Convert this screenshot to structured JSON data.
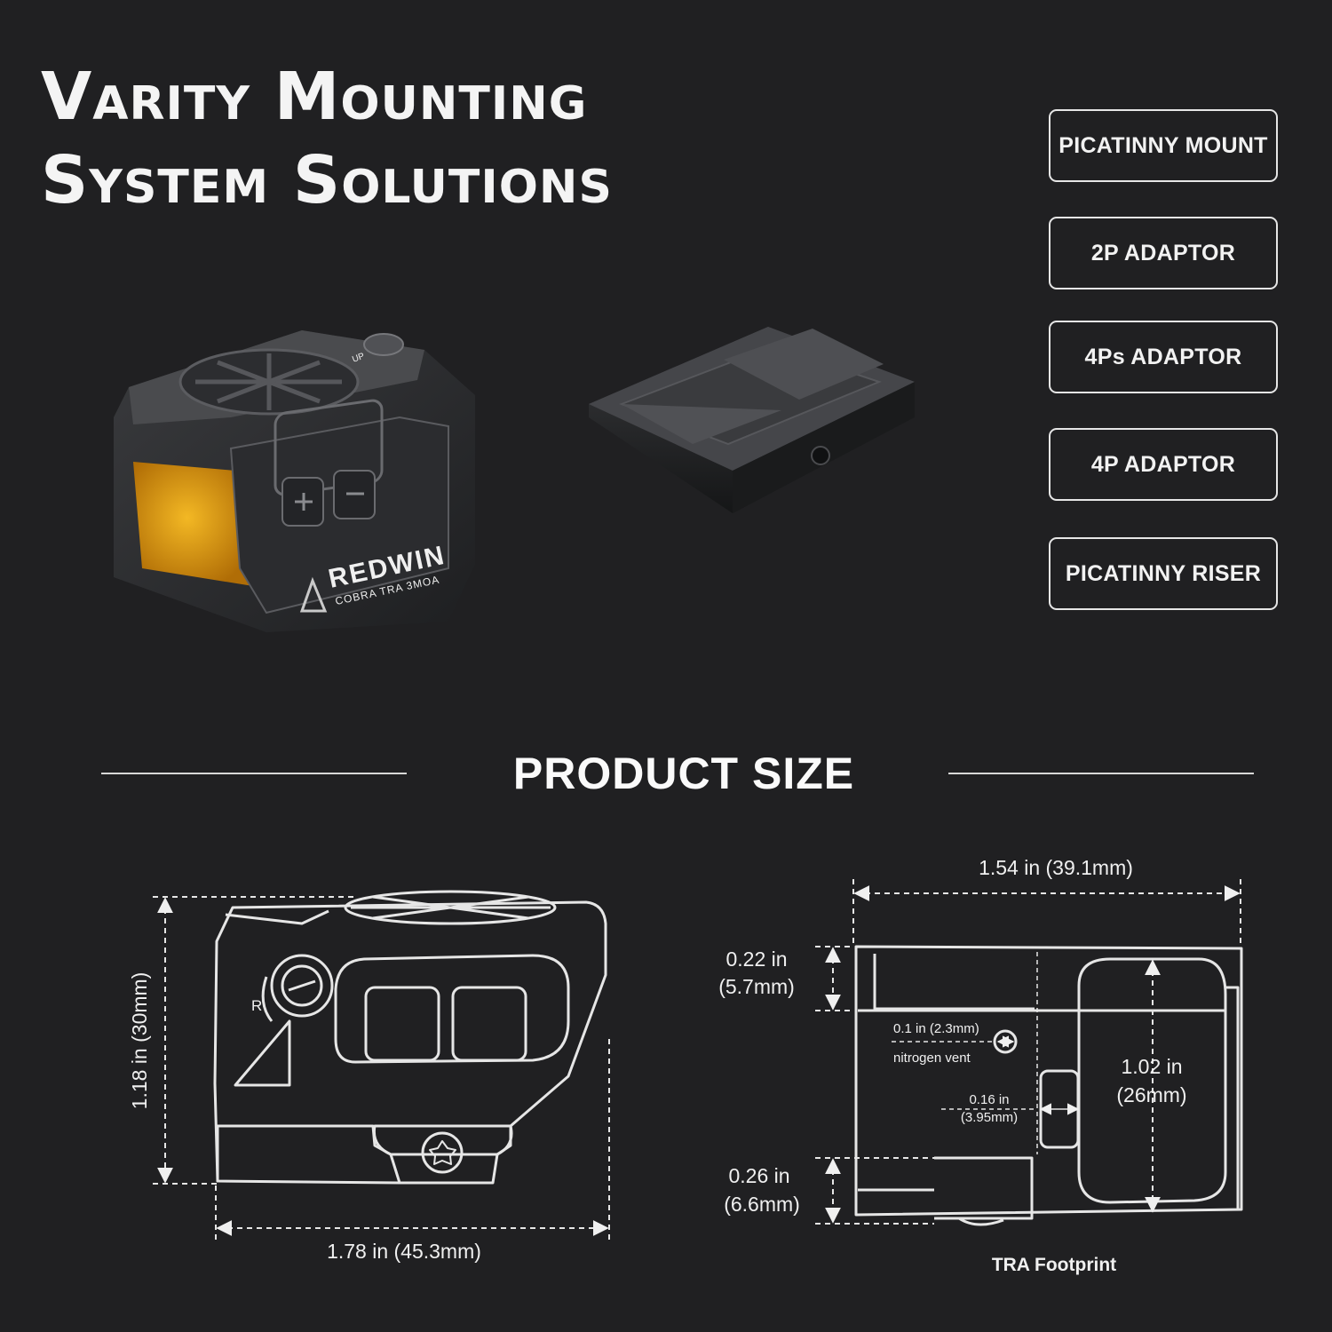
{
  "headline": {
    "line1": "Varity Mounting",
    "line2": "System Solutions"
  },
  "mount_options": [
    "PICATINNY MOUNT",
    "2P ADAPTOR",
    "4Ps ADAPTOR",
    "4P ADAPTOR",
    "PICATINNY RISER"
  ],
  "product": {
    "brand": "REDWIN",
    "model": "COBRA  TRA  3MOA",
    "turret_label": "UP"
  },
  "section_title": "PRODUCT SIZE",
  "side_view": {
    "height": "1.18 in (30mm)",
    "length": "1.78 in (45.3mm)",
    "turret_mark": "R"
  },
  "footprint_view": {
    "width": "1.54 in (39.1mm)",
    "top_depth_in": "0.22 in",
    "top_depth_mm": "(5.7mm)",
    "vent_size": "0.1 in (2.3mm)",
    "vent_label": "nitrogen vent",
    "slot_in": "0.16 in",
    "slot_mm": "(3.95mm)",
    "inner_in": "1.02 in",
    "inner_mm": "(26mm)",
    "bottom_depth_in": "0.26 in",
    "bottom_depth_mm": "(6.6mm)",
    "caption": "TRA Footprint"
  },
  "colors": {
    "background": "#202022",
    "lens": "#e8a81a",
    "line": "#e6e6e6"
  }
}
